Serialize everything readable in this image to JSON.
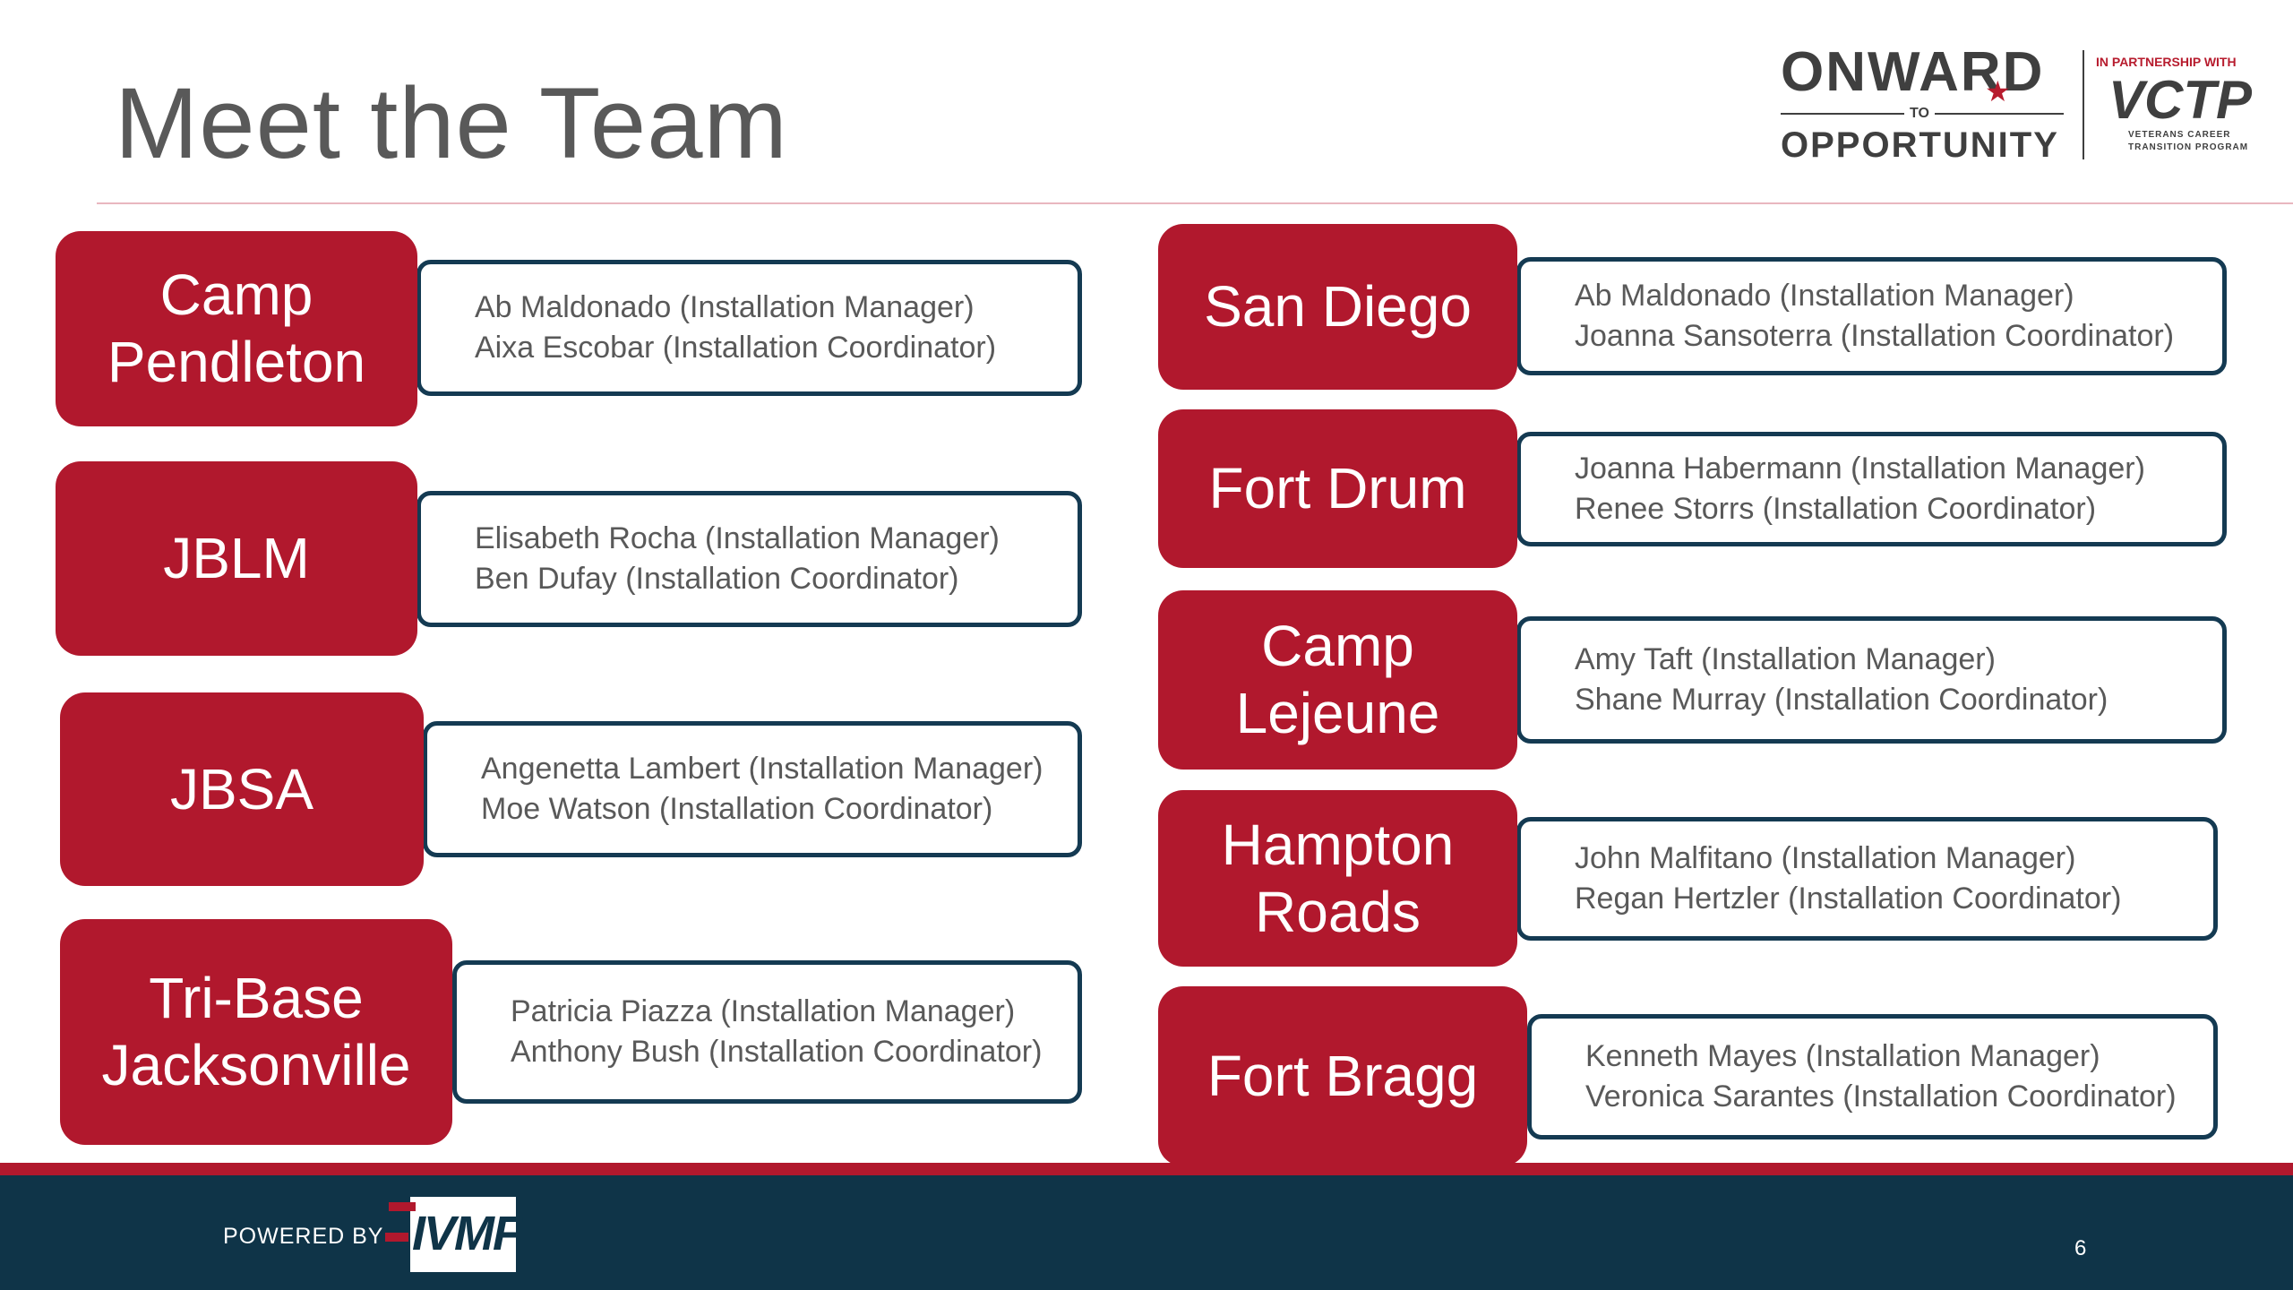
{
  "slide": {
    "title": "Meet the Team",
    "page_number": "6"
  },
  "logo": {
    "onward": "ONWARD",
    "to": "TO",
    "opportunity": "OPPORTUNITY",
    "partner_text": "IN PARTNERSHIP WITH",
    "vctp": "VCTP",
    "vctp_sub1": "VETERANS CAREER",
    "vctp_sub2": "TRANSITION PROGRAM"
  },
  "footer": {
    "powered_by": "POWERED BY",
    "ivmf_logo": "IVMF"
  },
  "teams": [
    {
      "location": "Camp\nPendleton",
      "names": [
        "Ab Maldonado (Installation Manager)",
        "Aixa Escobar (Installation Coordinator)"
      ]
    },
    {
      "location": "JBLM",
      "names": [
        "Elisabeth Rocha (Installation Manager)",
        "Ben Dufay (Installation Coordinator)"
      ]
    },
    {
      "location": "JBSA",
      "names": [
        "Angenetta Lambert (Installation Manager)",
        "Moe Watson (Installation Coordinator)"
      ]
    },
    {
      "location": "Tri-Base\nJacksonville",
      "names": [
        "Patricia Piazza (Installation Manager)",
        "Anthony Bush (Installation Coordinator)"
      ]
    },
    {
      "location": "San Diego",
      "names": [
        "Ab Maldonado (Installation Manager)",
        "Joanna Sansoterra (Installation Coordinator)"
      ]
    },
    {
      "location": "Fort Drum",
      "names": [
        "Joanna Habermann (Installation Manager)",
        "Renee Storrs (Installation Coordinator)"
      ]
    },
    {
      "location": "Camp\nLejeune",
      "names": [
        "Amy Taft (Installation Manager)",
        "Shane Murray (Installation Coordinator)"
      ]
    },
    {
      "location": "Hampton\nRoads",
      "names": [
        "John Malfitano (Installation Manager)",
        "Regan Hertzler (Installation Coordinator)"
      ]
    },
    {
      "location": "Fort Bragg",
      "names": [
        "Kenneth Mayes (Installation Manager)",
        "Veronica Sarantes (Installation Coordinator)"
      ]
    }
  ],
  "colors": {
    "brand_red": "#b1182d",
    "navy": "#0f3448",
    "card_border": "#143a52"
  }
}
